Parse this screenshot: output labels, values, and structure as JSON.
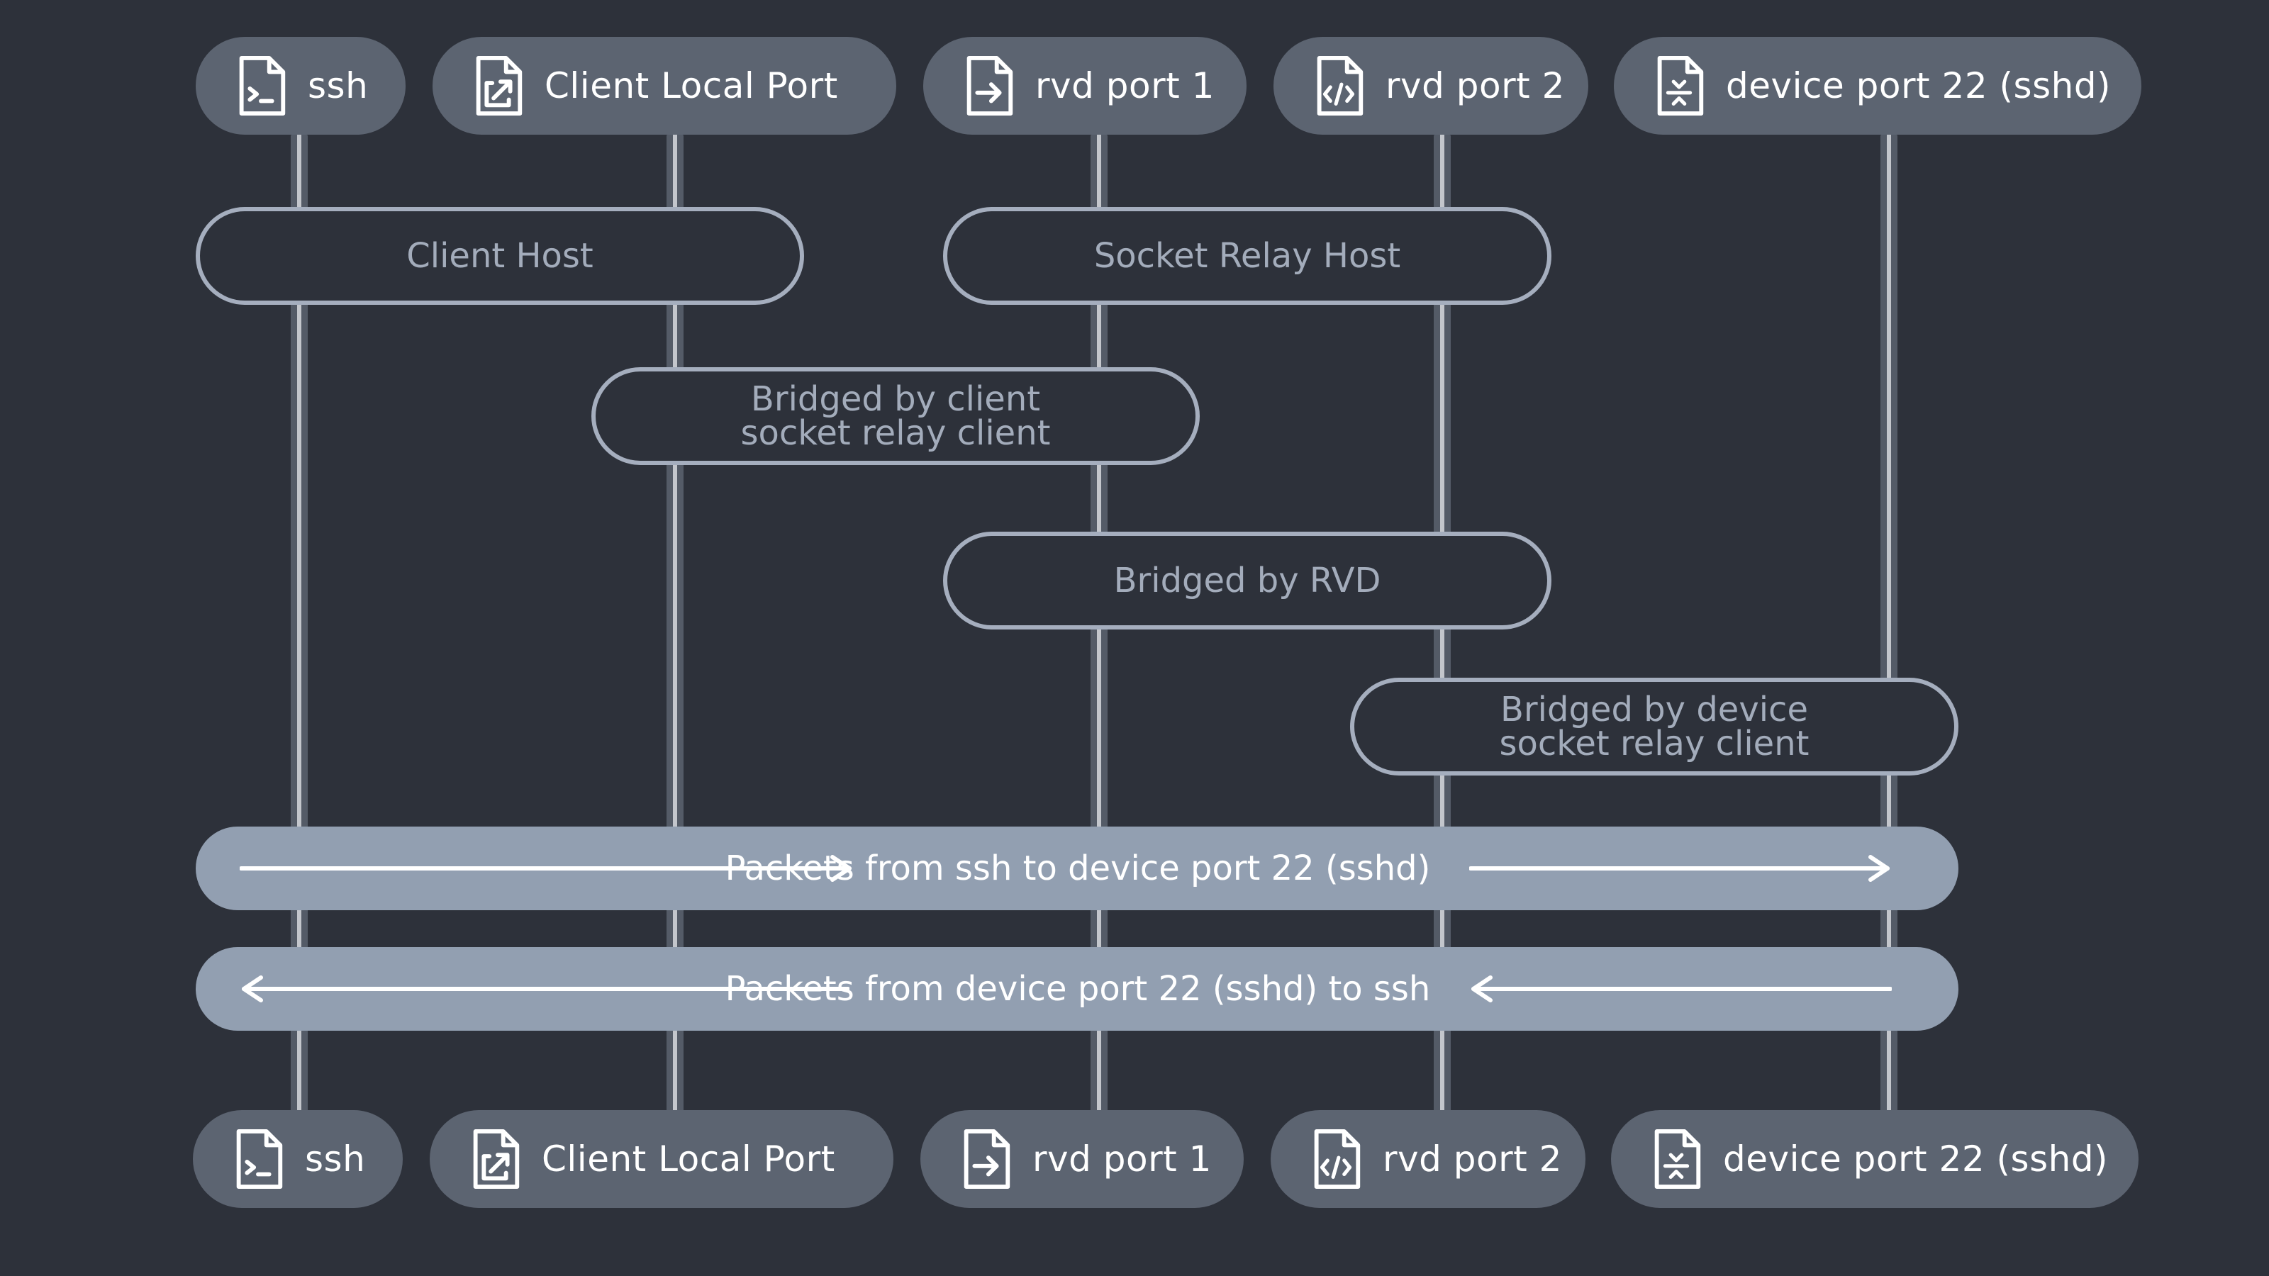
{
  "participants": [
    {
      "label": "ssh",
      "icon": "terminal-file-icon"
    },
    {
      "label": "Client Local Port",
      "icon": "external-link-file-icon"
    },
    {
      "label": "rvd port 1",
      "icon": "arrow-right-file-icon"
    },
    {
      "label": "rvd port 2",
      "icon": "code-file-icon"
    },
    {
      "label": "device port 22 (sshd)",
      "icon": "compress-file-icon"
    }
  ],
  "regions": {
    "client_host": "Client Host",
    "socket_relay_host": "Socket Relay Host",
    "bridged_client": "Bridged by client\nsocket relay client",
    "bridged_rvd": "Bridged by RVD",
    "bridged_device": "Bridged by device\nsocket relay client"
  },
  "flows": {
    "to_device": "Packets from ssh to device port 22 (sshd)",
    "to_ssh": "Packets from device port 22 (sshd) to ssh"
  },
  "colors": {
    "background": "#2d313a",
    "participant_fill": "#5c6471",
    "region_border": "#a5aebe",
    "flow_fill": "#929fb1",
    "lifeline": "#c3c6cc"
  }
}
